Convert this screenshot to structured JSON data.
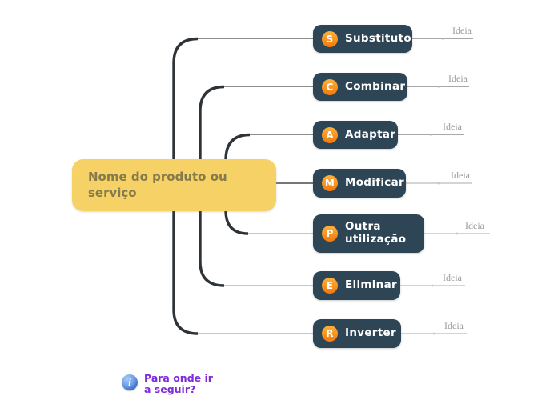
{
  "central_node": {
    "label": "Nome do produto ou serviço"
  },
  "branches": [
    {
      "letter": "S",
      "label": "Substituto",
      "idea_label": "Ideia"
    },
    {
      "letter": "C",
      "label": "Combinar",
      "idea_label": "Ideia"
    },
    {
      "letter": "A",
      "label": "Adaptar",
      "idea_label": "Ideia"
    },
    {
      "letter": "M",
      "label": "Modificar",
      "idea_label": "Ideia"
    },
    {
      "letter": "P",
      "label": "Outra utilização",
      "idea_label": "Ideia"
    },
    {
      "letter": "E",
      "label": "Eliminar",
      "idea_label": "Ideia"
    },
    {
      "letter": "R",
      "label": "Inverter",
      "idea_label": "Ideia"
    }
  ],
  "footnote": {
    "text": "Para onde ir\na seguir?"
  },
  "colors": {
    "node-bg": "#2d4554",
    "node-text": "#ffffff",
    "badge-top": "#fcb23e",
    "badge-bottom": "#f3780a",
    "central-bg": "#f5d166",
    "central-text": "#857a4b",
    "idea-text": "#9a9a9a",
    "idea-line": "#a8a8a8",
    "connector-dark": "#2e3338",
    "connector-thin": "#8c8c8c",
    "footnote-purple": "#7f2bda"
  }
}
